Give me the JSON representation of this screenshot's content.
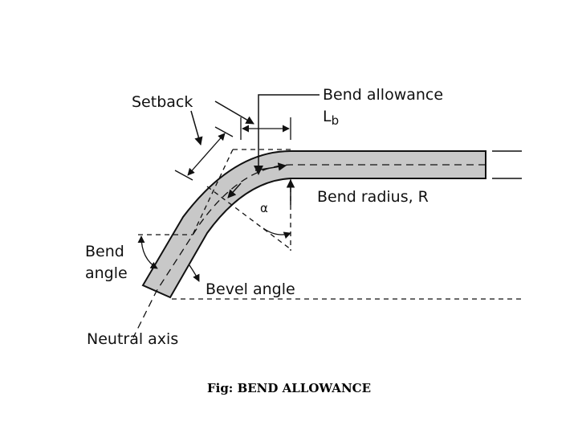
{
  "diagram": {
    "labels": {
      "setback": "Setback",
      "bend_allowance": "Bend allowance",
      "lb_main": "L",
      "lb_sub": "b",
      "bend_radius": "Bend radius, R",
      "alpha": "α",
      "bend_angle_line1": "Bend",
      "bend_angle_line2": "angle",
      "bevel_angle": "Bevel angle",
      "neutral_axis": "Neutral axis"
    },
    "colors": {
      "plate_fill": "#c8c8c8",
      "line": "#111111"
    }
  },
  "caption": "Fig: BEND ALLOWANCE"
}
